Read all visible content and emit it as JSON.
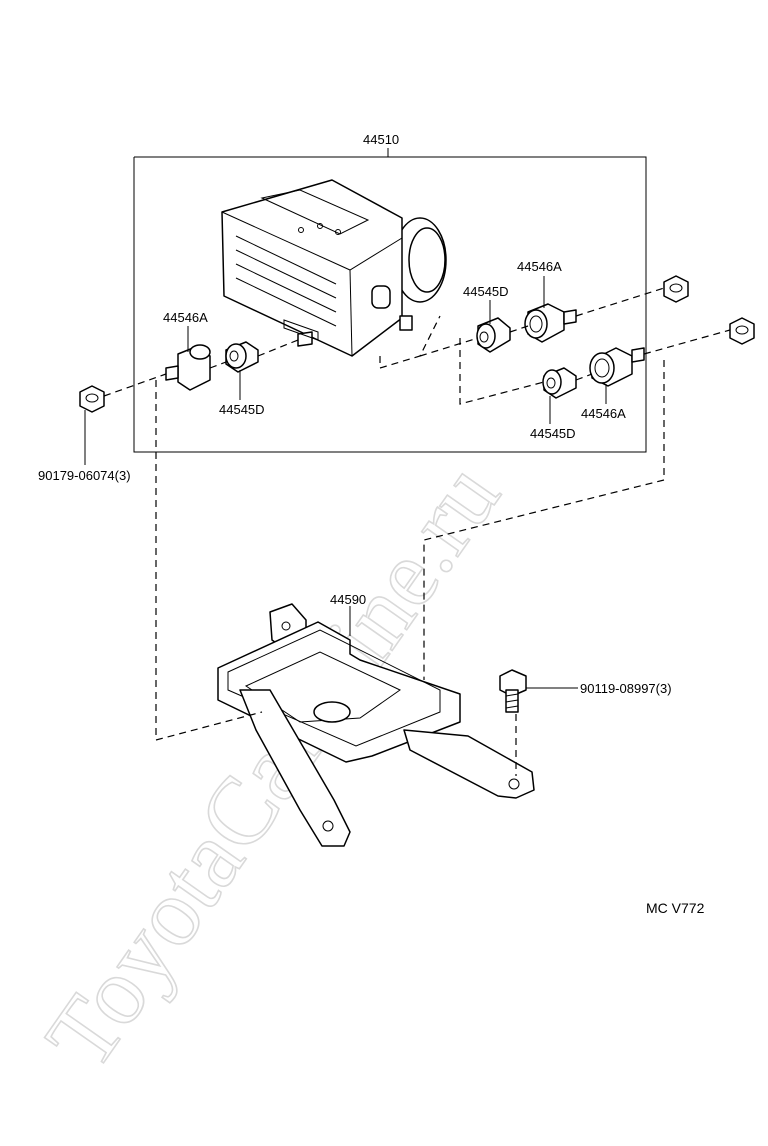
{
  "watermark": "ToyotaCarMine.ru",
  "diagram_code": "MC V772",
  "labels": {
    "assembly": "44510",
    "bracket": "44590",
    "nut": "90179-06074(3)",
    "bolt": "90119-08997(3)",
    "cushion_a_left": "44546A",
    "cushion_d_left": "44545D",
    "cushion_d_right_top": "44545D",
    "cushion_a_right_top": "44546A",
    "cushion_a_right_bottom": "44546A",
    "cushion_d_right_bottom": "44545D"
  }
}
